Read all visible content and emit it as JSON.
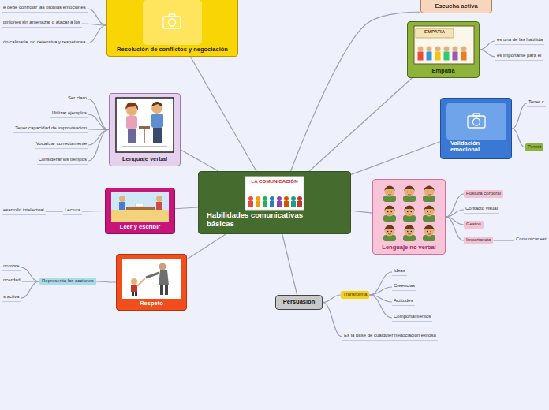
{
  "diagram": {
    "nodes": [
      {
        "text": [
          "Habilidades comunicativas básicas"
        ]
      },
      {
        "text": [
          "Resolución de conflictos y negociación"
        ]
      },
      {
        "text": [
          "e debe controlar las propias emociones"
        ]
      },
      {
        "text": [
          "piniones sin amenazar o atacar a los"
        ]
      },
      {
        "text": [
          "ón calmada, no defensiva y respetuosa"
        ]
      },
      {
        "text": [
          "Escucha activa"
        ]
      },
      {
        "text": [
          "Empatía"
        ]
      },
      {
        "text": [
          "es una de las habilida"
        ]
      },
      {
        "text": [
          "es importante para el"
        ]
      },
      {
        "text": [
          "Validación emocional"
        ]
      },
      {
        "text": [
          "Tener c"
        ]
      },
      {
        "text": [
          "Permit"
        ]
      },
      {
        "text": [
          "Lenguaje verbal"
        ]
      },
      {
        "text": [
          "Ser claro"
        ]
      },
      {
        "text": [
          "Utilizar ejemplos"
        ]
      },
      {
        "text": [
          "Tener capacidad de improvisacion"
        ]
      },
      {
        "text": [
          "Vocalizar correctamente"
        ]
      },
      {
        "text": [
          "Considerar los tiempos"
        ]
      },
      {
        "text": [
          "Leer y escribir"
        ]
      },
      {
        "text": [
          "Lectura"
        ]
      },
      {
        "text": [
          "esarrollo intelectual"
        ]
      },
      {
        "text": [
          "Respeto"
        ]
      },
      {
        "text": [
          "Representa las acciones"
        ]
      },
      {
        "text": [
          "nombre"
        ]
      },
      {
        "text": [
          "ncerdad"
        ]
      },
      {
        "text": [
          "s activa"
        ]
      },
      {
        "text": [
          "Lenguaje no verbal"
        ]
      },
      {
        "text": [
          "Postura corporal"
        ]
      },
      {
        "text": [
          "Contacto visual"
        ]
      },
      {
        "text": [
          "Gestos"
        ]
      },
      {
        "text": [
          "Importancia"
        ]
      },
      {
        "text": [
          "Comunicar est"
        ]
      },
      {
        "text": [
          "Persuasion"
        ]
      },
      {
        "text": [
          "Transforma"
        ]
      },
      {
        "text": [
          "Ideas"
        ]
      },
      {
        "text": [
          "Creencias"
        ]
      },
      {
        "text": [
          "Actitudes"
        ]
      },
      {
        "text": [
          "Comportamientos"
        ]
      },
      {
        "text": [
          "Es la base de cualquier negociación exitosa"
        ]
      }
    ],
    "edges": [
      {
        "from": 0,
        "to": 1,
        "arrow": "none"
      },
      {
        "from": 0,
        "to": 5,
        "arrow": "none"
      },
      {
        "from": 0,
        "to": 6,
        "arrow": "none"
      },
      {
        "from": 0,
        "to": 9,
        "arrow": "none"
      },
      {
        "from": 0,
        "to": 12,
        "arrow": "none"
      },
      {
        "from": 0,
        "to": 18,
        "arrow": "none"
      },
      {
        "from": 0,
        "to": 21,
        "arrow": "none"
      },
      {
        "from": 0,
        "to": 26,
        "arrow": "none"
      },
      {
        "from": 0,
        "to": 32,
        "arrow": "none"
      },
      {
        "from": 1,
        "to": 2,
        "arrow": "none"
      },
      {
        "from": 1,
        "to": 3,
        "arrow": "none"
      },
      {
        "from": 1,
        "to": 4,
        "arrow": "none"
      },
      {
        "from": 6,
        "to": 7,
        "arrow": "none"
      },
      {
        "from": 6,
        "to": 8,
        "arrow": "none"
      },
      {
        "from": 9,
        "to": 10,
        "arrow": "none"
      },
      {
        "from": 9,
        "to": 11,
        "arrow": "none"
      },
      {
        "from": 12,
        "to": 13,
        "arrow": "none"
      },
      {
        "from": 12,
        "to": 14,
        "arrow": "none"
      },
      {
        "from": 12,
        "to": 15,
        "arrow": "none"
      },
      {
        "from": 12,
        "to": 16,
        "arrow": "none"
      },
      {
        "from": 12,
        "to": 17,
        "arrow": "none"
      },
      {
        "from": 18,
        "to": 19,
        "arrow": "none"
      },
      {
        "from": 19,
        "to": 20,
        "arrow": "none"
      },
      {
        "from": 21,
        "to": 22,
        "arrow": "none"
      },
      {
        "from": 22,
        "to": 23,
        "arrow": "none"
      },
      {
        "from": 22,
        "to": 24,
        "arrow": "none"
      },
      {
        "from": 22,
        "to": 25,
        "arrow": "none"
      },
      {
        "from": 26,
        "to": 27,
        "arrow": "none"
      },
      {
        "from": 26,
        "to": 28,
        "arrow": "none"
      },
      {
        "from": 26,
        "to": 29,
        "arrow": "none"
      },
      {
        "from": 26,
        "to": 30,
        "arrow": "none"
      },
      {
        "from": 30,
        "to": 31,
        "arrow": "none"
      },
      {
        "from": 32,
        "to": 33,
        "arrow": "none"
      },
      {
        "from": 32,
        "to": 38,
        "arrow": "none"
      },
      {
        "from": 33,
        "to": 34,
        "arrow": "none"
      },
      {
        "from": 33,
        "to": 35,
        "arrow": "none"
      },
      {
        "from": 33,
        "to": 36,
        "arrow": "none"
      },
      {
        "from": 33,
        "to": 37,
        "arrow": "none"
      }
    ],
    "labels": [
      "LA COMUNICACIÓN",
      "EMPATIA"
    ]
  }
}
